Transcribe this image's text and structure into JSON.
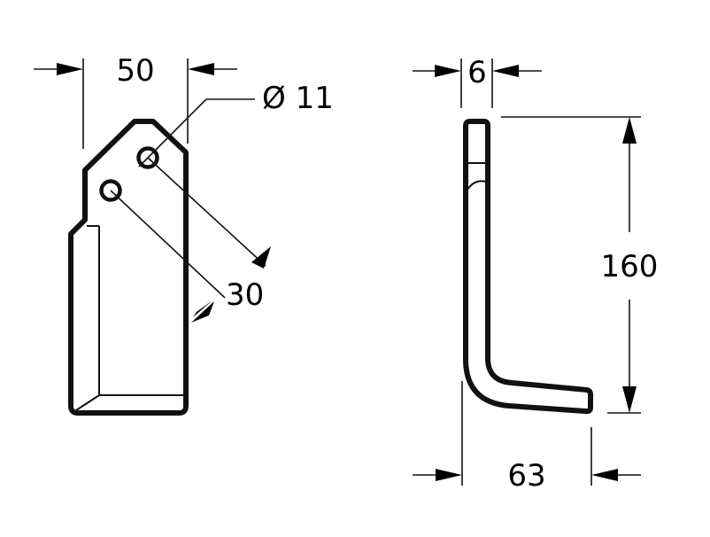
{
  "drawing": {
    "front_view": {
      "width_label": "50",
      "hole_diameter_label": "Ø 11",
      "hole_spacing_label": "30"
    },
    "side_view": {
      "thickness_label": "6",
      "height_label": "160",
      "offset_label": "63"
    }
  }
}
